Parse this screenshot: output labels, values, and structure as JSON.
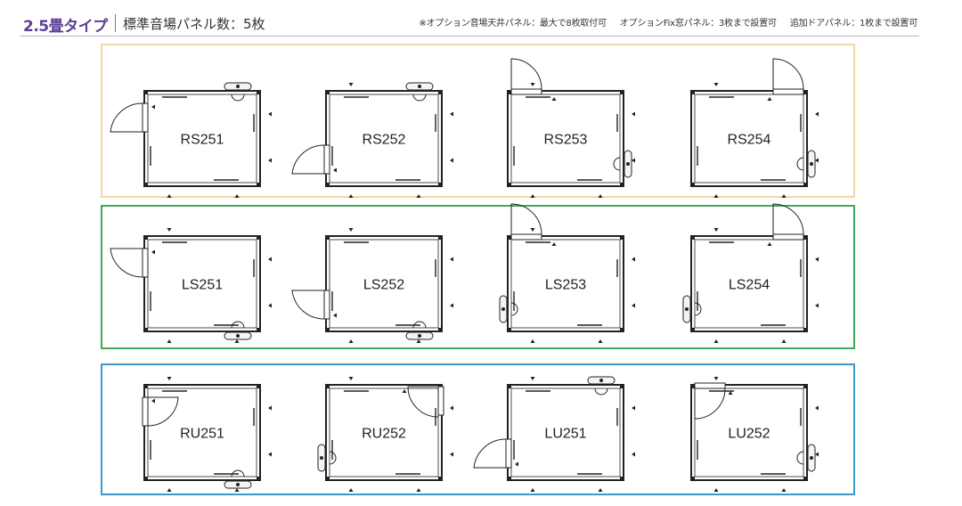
{
  "header": {
    "type_label": "2.5畳タイプ",
    "standard_text": "標準音場パネル数：5枚",
    "notes": [
      "※オプション音場天井パネル：最大で8枚取付可",
      "オプションFix窓パネル：3枚まで設置可",
      "追加ドアパネル：1枚まで設置可"
    ]
  },
  "colors": {
    "title_purple": "#5b3f96",
    "rs_row_border": "#f1d7a2",
    "ls_row_border": "#3faa5a",
    "u_row_border": "#3c98c8",
    "wall": "#222222"
  },
  "rows": [
    {
      "id": "rs",
      "rooms": [
        {
          "label": "RS251",
          "door": {
            "wall": "left",
            "pos": "top",
            "swing": "down"
          },
          "window": {
            "wall": "top",
            "pos": "right"
          }
        },
        {
          "label": "RS252",
          "door": {
            "wall": "left",
            "pos": "bottom",
            "swing": "down"
          },
          "window": {
            "wall": "top",
            "pos": "right"
          }
        },
        {
          "label": "RS253",
          "door": {
            "wall": "top",
            "pos": "left",
            "swing": "up"
          },
          "window": {
            "wall": "right",
            "pos": "bottom"
          }
        },
        {
          "label": "RS254",
          "door": {
            "wall": "top",
            "pos": "right",
            "swing": "up"
          },
          "window": {
            "wall": "right",
            "pos": "bottom"
          }
        }
      ]
    },
    {
      "id": "ls",
      "rooms": [
        {
          "label": "LS251",
          "door": {
            "wall": "left",
            "pos": "top",
            "swing": "up"
          },
          "window": {
            "wall": "bottom",
            "pos": "right"
          }
        },
        {
          "label": "LS252",
          "door": {
            "wall": "left",
            "pos": "bottom",
            "swing": "up"
          },
          "window": {
            "wall": "bottom",
            "pos": "right"
          }
        },
        {
          "label": "LS253",
          "door": {
            "wall": "top",
            "pos": "left",
            "swing": "up"
          },
          "window": {
            "wall": "left",
            "pos": "bottom"
          }
        },
        {
          "label": "LS254",
          "door": {
            "wall": "top",
            "pos": "right",
            "swing": "up"
          },
          "window": {
            "wall": "left",
            "pos": "bottom"
          }
        }
      ]
    },
    {
      "id": "u",
      "rooms": [
        {
          "label": "RU251",
          "door": {
            "wall": "left",
            "pos": "top",
            "swing": "inside"
          },
          "window": {
            "wall": "bottom",
            "pos": "right"
          }
        },
        {
          "label": "RU252",
          "door": {
            "wall": "right",
            "pos": "top",
            "swing": "inside"
          },
          "window": {
            "wall": "left",
            "pos": "bottom"
          }
        },
        {
          "label": "LU251",
          "door": {
            "wall": "left",
            "pos": "bottom",
            "swing": "outside"
          },
          "window": {
            "wall": "top",
            "pos": "right"
          }
        },
        {
          "label": "LU252",
          "door": {
            "wall": "top",
            "pos": "left",
            "swing": "inside"
          },
          "window": {
            "wall": "right",
            "pos": "bottom"
          }
        }
      ]
    }
  ]
}
